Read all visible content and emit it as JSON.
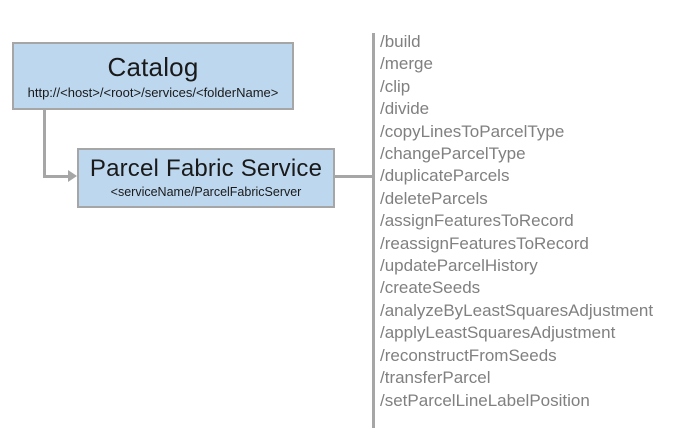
{
  "diagram": {
    "type": "architecture-diagram",
    "colors": {
      "node_fill": "#bdd7ee",
      "node_border": "#a6a6a6",
      "connector": "#a6a6a6",
      "operation_text": "#808080",
      "node_text": "#1a1a1a",
      "background": "#ffffff"
    },
    "nodes": [
      {
        "id": "catalog",
        "title": "Catalog",
        "subtitle": "http://<host>/<root>/services/<folderName>"
      },
      {
        "id": "service",
        "title": "Parcel Fabric Service",
        "subtitle": "<serviceName/ParcelFabricServer"
      }
    ],
    "operations": [
      {
        "label": "/build"
      },
      {
        "label": "/merge"
      },
      {
        "label": "/clip"
      },
      {
        "label": "/divide"
      },
      {
        "label": "/copyLinesToParcelType"
      },
      {
        "label": "/changeParcelType"
      },
      {
        "label": "/duplicateParcels"
      },
      {
        "label": "/deleteParcels"
      },
      {
        "label": "/assignFeaturesToRecord"
      },
      {
        "label": "/reassignFeaturesToRecord"
      },
      {
        "label": "/updateParcelHistory"
      },
      {
        "label": "/createSeeds"
      },
      {
        "label": "/analyzeByLeastSquaresAdjustment"
      },
      {
        "label": "/applyLeastSquaresAdjustment"
      },
      {
        "label": "/reconstructFromSeeds"
      },
      {
        "label": "/transferParcel"
      },
      {
        "label": "/setParcelLineLabelPosition"
      }
    ]
  }
}
